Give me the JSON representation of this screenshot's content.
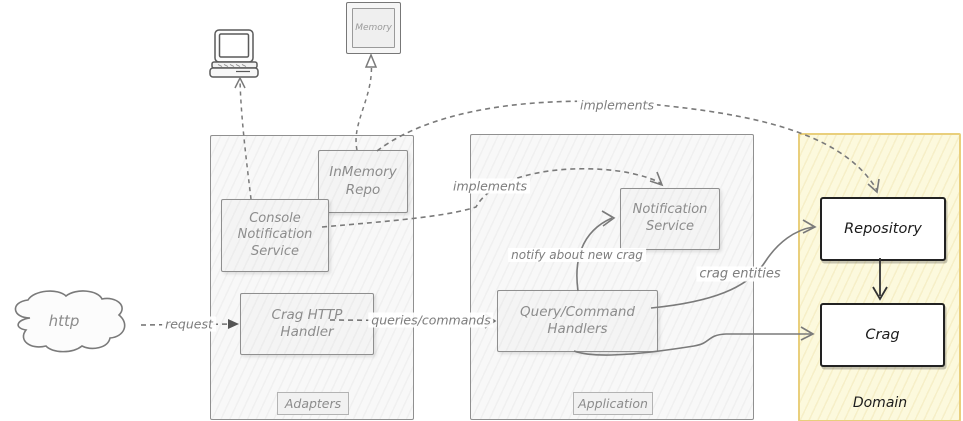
{
  "external": {
    "memory_label": "Memory",
    "cloud_label": "http"
  },
  "containers": {
    "adapters_label": "Adapters",
    "application_label": "Application",
    "domain_label": "Domain"
  },
  "nodes": {
    "inmemory_repo": "InMemory Repo",
    "console_notification_service": "Console Notification Service",
    "crag_http_handler": "Crag HTTP Handler",
    "query_command_handlers": "Query/Command Handlers",
    "notification_service": "Notification Service",
    "repository": "Repository",
    "crag": "Crag"
  },
  "edges": {
    "implements_inmemory_to_repository": "implements",
    "implements_console_to_notification": "implements",
    "request": "request",
    "queries_commands": "queries/commands",
    "notify_about_new_crag": "notify about new crag",
    "crag_entities": "crag entities"
  },
  "colors": {
    "domain_fill": "#fcf9dd",
    "domain_border": "#e9cf7c",
    "container_border": "#909090",
    "gray_text": "#8c8c8c",
    "dark_text": "#1b1b1b",
    "edge_gray": "#7a7a7a",
    "edge_dark": "#3a3a3a"
  }
}
